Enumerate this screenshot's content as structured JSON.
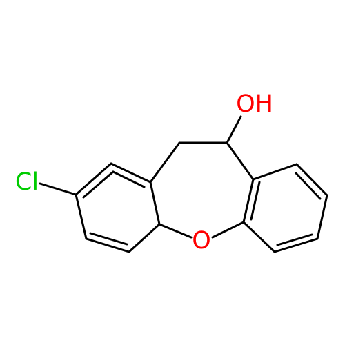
{
  "atoms": {
    "chlorine": "Cl",
    "hydroxyl": "OH",
    "ring_oxygen": "O"
  },
  "colors": {
    "bond": "#000000",
    "chlorine": "#00cc00",
    "oxygen": "#ff0000",
    "background": "#ffffff"
  }
}
